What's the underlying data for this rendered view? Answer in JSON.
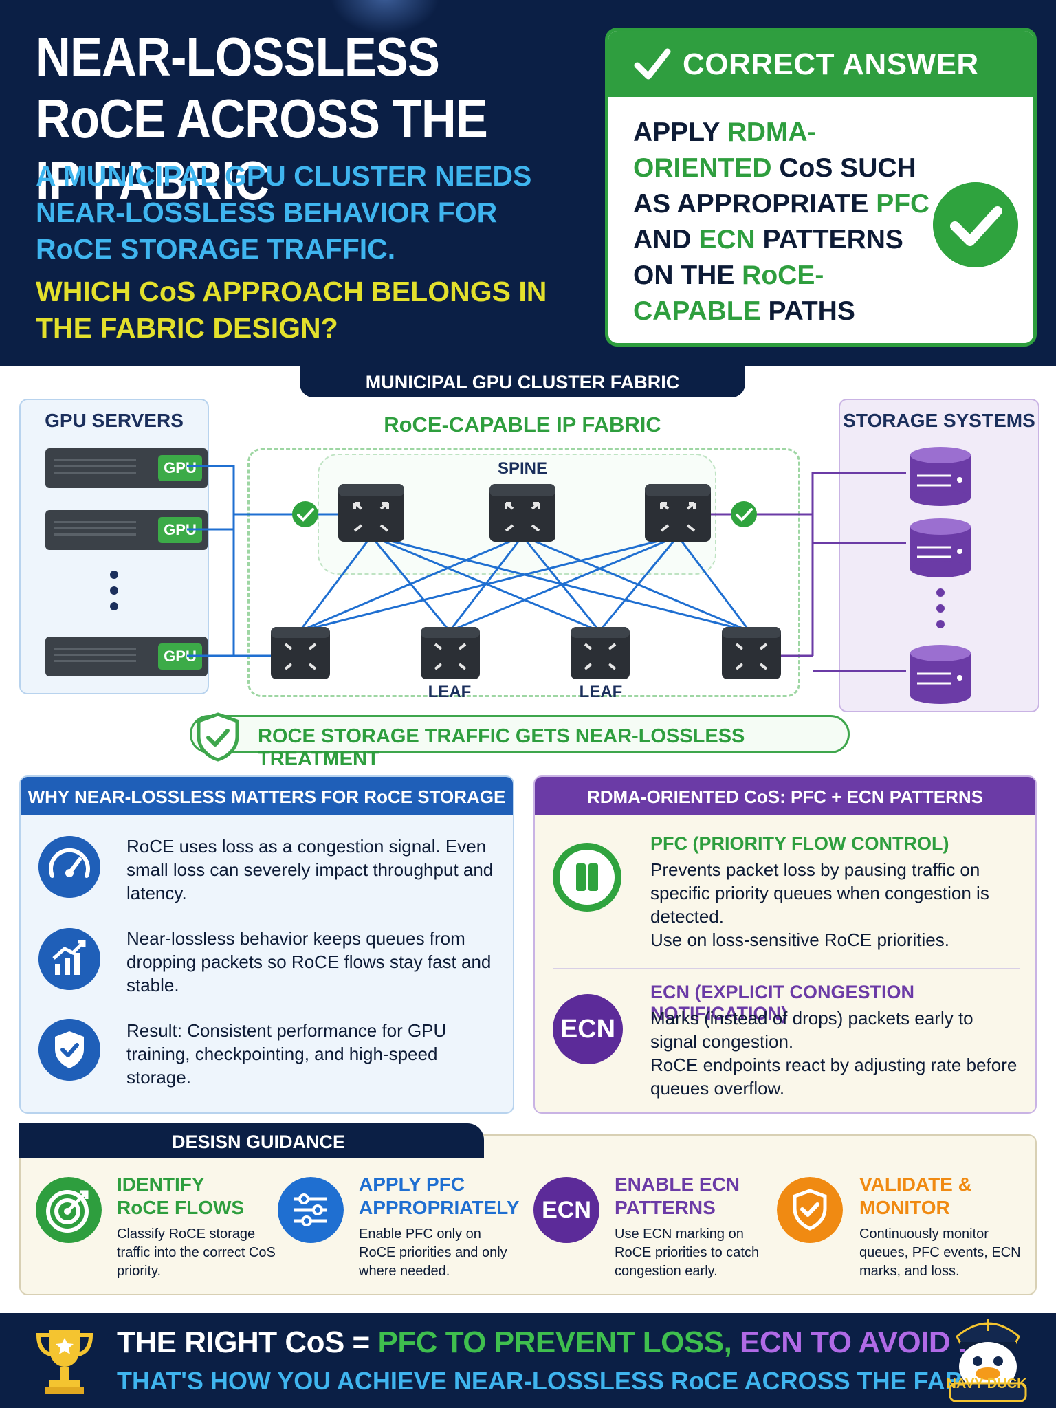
{
  "header": {
    "title": "NEAR-LOSSLESS RoCE ACROSS THE IP FABRIC",
    "question_context": "A MUNICIPAL GPU CLUSTER NEEDS NEAR-LOSSLESS BEHAVIOR FOR RoCE STORAGE TRAFFIC.",
    "question": "WHICH CoS APPROACH BELONGS IN THE FABRIC DESIGN?"
  },
  "answer": {
    "label": "CORRECT ANSWER",
    "parts": [
      "APPLY ",
      "RDMA-ORIENTED",
      " CoS SUCH AS APPROPRIATE ",
      "PFC",
      " AND ",
      "ECN",
      " PATTERNS ON THE ",
      "RoCE-CAPABLE",
      " PATHS"
    ]
  },
  "diagram": {
    "tab": "MUNICIPAL GPU CLUSTER FABRIC",
    "gpu_panel_title": "GPU SERVERS",
    "gpu_tag": "GPU",
    "fabric_title": "RoCE-CAPABLE IP FABRIC",
    "spine_label": "SPINE",
    "leaf_label": "LEAF",
    "storage_panel_title": "STORAGE SYSTEMS",
    "banner": "ROCE STORAGE TRAFFIC GETS NEAR-LOSSLESS TREATMENT",
    "colors": {
      "fabric_link": "#1f6fd1",
      "storage_link": "#6b3ba6",
      "ok": "#2fa33e"
    }
  },
  "why": {
    "title": "WHY NEAR-LOSSLESS MATTERS FOR RoCE STORAGE",
    "items": [
      {
        "icon": "speedometer-icon",
        "text": "RoCE uses loss as a congestion signal. Even small loss can severely impact throughput and latency."
      },
      {
        "icon": "growth-chart-icon",
        "text": "Near-lossless behavior keeps queues from dropping packets so RoCE flows stay fast and stable."
      },
      {
        "icon": "shield-check-icon",
        "text": "Result: Consistent performance for GPU training, checkpointing, and high-speed storage."
      }
    ]
  },
  "rdma": {
    "title": "RDMA-ORIENTED CoS: PFC + ECN PATTERNS",
    "pfc_title": "PFC (PRIORITY FLOW CONTROL)",
    "pfc_desc": "Prevents packet loss by pausing traffic on specific priority queues when congestion is detected.",
    "pfc_use": "Use on loss-sensitive RoCE priorities.",
    "ecn_icon_text": "ECN",
    "ecn_title": "ECN (EXPLICIT CONGESTION NOTIFICATION)",
    "ecn_desc": "Marks (instead of drops) packets early to signal congestion.",
    "ecn_react": "RoCE endpoints react by adjusting rate before queues overflow."
  },
  "guidance": {
    "title": "DESISN GUIDANCE",
    "items": [
      {
        "icon": "target-icon",
        "title": "IDENTIFY RoCE FLOWS",
        "desc": "Classify RoCE storage traffic into the correct CoS priority.",
        "color": "#2e9e3e"
      },
      {
        "icon": "sliders-icon",
        "title": "APPLY PFC APPROPRIATELY",
        "desc": "Enable PFC only on RoCE priorities and only where needed.",
        "color": "#1f6fd1"
      },
      {
        "icon": "ecn-icon",
        "icon_text": "ECN",
        "title": "ENABLE ECN PATTERNS",
        "desc": "Use ECN marking on RoCE priorities to catch congestion early.",
        "color": "#6b3ba6"
      },
      {
        "icon": "shield-check-icon",
        "title": "VALIDATE & MONITOR",
        "desc": "Continuously monitor queues, PFC events, ECN marks, and loss.",
        "color": "#f08a12"
      }
    ]
  },
  "footer": {
    "line1_a": "THE RIGHT CoS = ",
    "line1_b": "PFC TO PREVENT LOSS,",
    "line1_c": " ECN TO AVOID IT.",
    "line2": "THAT'S HOW YOU ACHIEVE NEAR-LOSSLESS RoCE ACROSS THE FABRIC.",
    "mascot_label": "NAVY DUCK"
  }
}
